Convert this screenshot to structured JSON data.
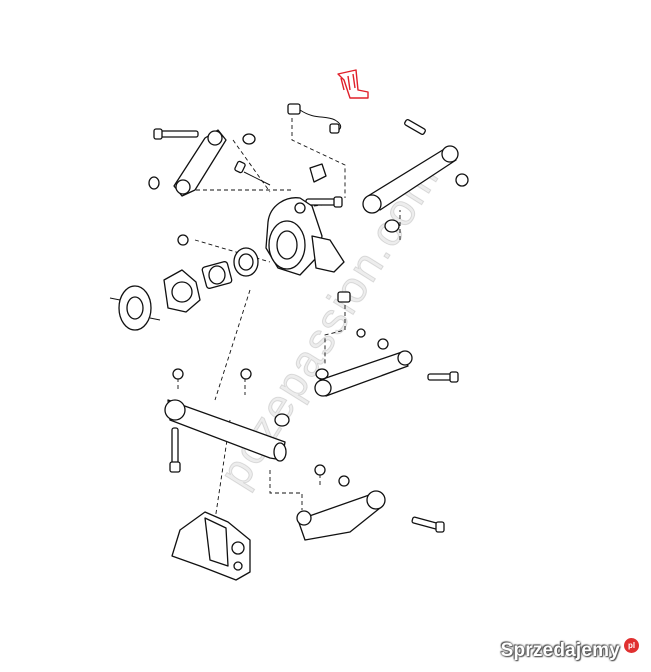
{
  "watermark": {
    "text": "pozepassion.com"
  },
  "brand": {
    "name": "Sprzedajemy",
    "badge": "pl"
  },
  "colors": {
    "highlight": "#e0202a",
    "line": "#111111",
    "background": "#ffffff"
  }
}
